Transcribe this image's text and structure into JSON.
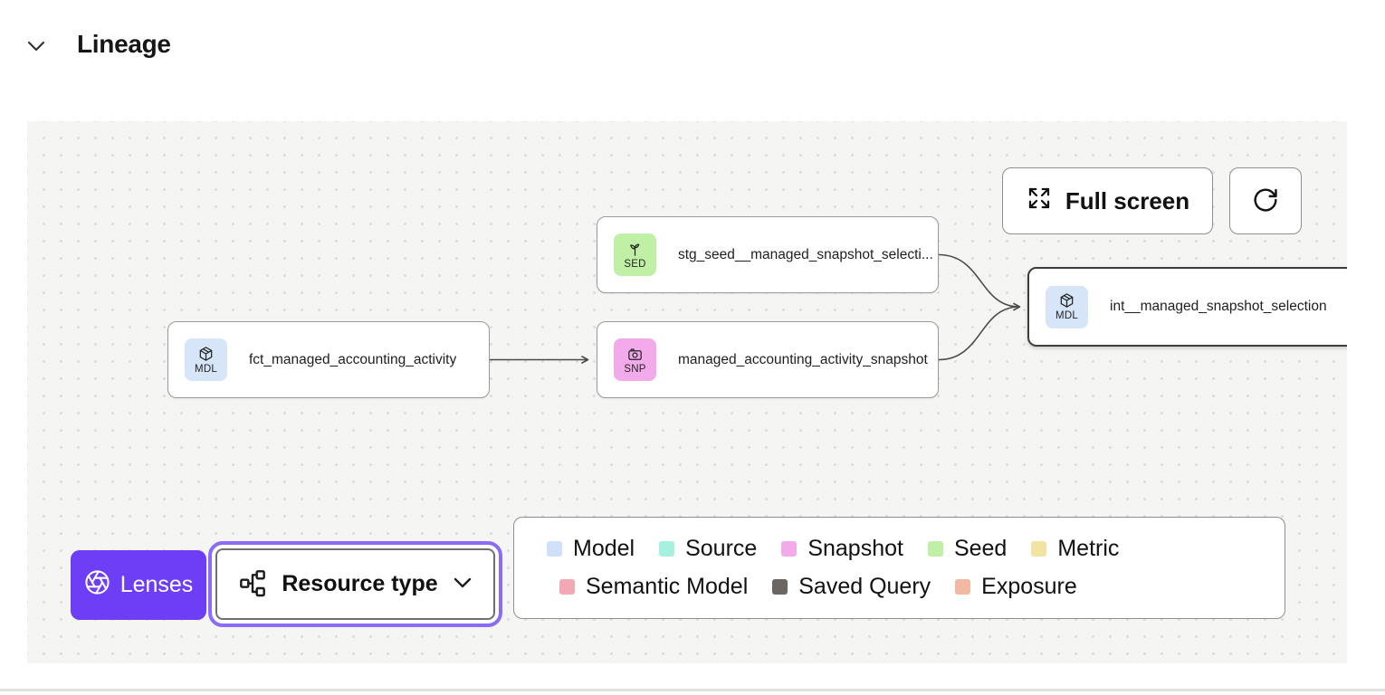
{
  "header": {
    "title": "Lineage",
    "collapse_icon": "chevron-down"
  },
  "toolbar": {
    "full_screen_label": "Full screen",
    "full_screen_icon": "expand-arrows",
    "refresh_icon": "refresh-clockwise"
  },
  "nodes": [
    {
      "badge": "SED",
      "label": "stg_seed__managed_snapshot_selecti...",
      "type": "seed",
      "icon": "sprout-icon",
      "badge_color": "#bff0a6",
      "selected": false
    },
    {
      "badge": "MDL",
      "label": "fct_managed_accounting_activity",
      "type": "model",
      "icon": "cube-icon",
      "badge_color": "#d6e5f8",
      "selected": false
    },
    {
      "badge": "SNP",
      "label": "managed_accounting_activity_snapshot",
      "type": "snapshot",
      "icon": "camera-icon",
      "badge_color": "#f2aaea",
      "selected": false
    },
    {
      "badge": "MDL",
      "label": "int__managed_snapshot_selection",
      "type": "model",
      "icon": "cube-icon",
      "badge_color": "#d6e5f8",
      "selected": true
    }
  ],
  "edges": [
    {
      "from": "fct_managed_accounting_activity",
      "to": "managed_accounting_activity_snapshot"
    },
    {
      "from": "stg_seed__managed_snapshot_selecti...",
      "to": "int__managed_snapshot_selection"
    },
    {
      "from": "managed_accounting_activity_snapshot",
      "to": "int__managed_snapshot_selection"
    }
  ],
  "lenses": {
    "label": "Lenses",
    "icon": "aperture",
    "color": "#6d3ef5"
  },
  "resource_type": {
    "label": "Resource type",
    "icon": "hierarchy",
    "ring_color": "#8a6cf8"
  },
  "legend": {
    "row1": [
      {
        "label": "Model",
        "color": "#cfe0f8"
      },
      {
        "label": "Source",
        "color": "#a6f0df"
      },
      {
        "label": "Snapshot",
        "color": "#f2aaea"
      },
      {
        "label": "Seed",
        "color": "#bff0a6"
      },
      {
        "label": "Metric",
        "color": "#f2e3a2"
      }
    ],
    "row2": [
      {
        "label": "Semantic Model",
        "color": "#f2a9b4"
      },
      {
        "label": "Saved Query",
        "color": "#6b6664"
      },
      {
        "label": "Exposure",
        "color": "#f2b8a2"
      }
    ]
  },
  "colors": {
    "canvas_bg": "#f5f5f4",
    "node_border": "#9a9a98",
    "selected_node_border": "#3d3d3d",
    "edge": "#4a4a4a",
    "accent_purple": "#6d3ef5",
    "focus_ring": "#8a6cf8"
  }
}
